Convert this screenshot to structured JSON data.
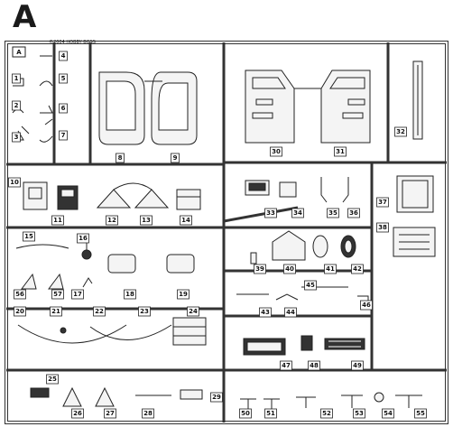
{
  "sheet": {
    "letter": "A",
    "corner_tag": "A",
    "maker_stamp": "©2004 HOBBY BOSS"
  },
  "parts": [
    {
      "id": "1",
      "label": "1"
    },
    {
      "id": "2",
      "label": "2"
    },
    {
      "id": "3",
      "label": "3"
    },
    {
      "id": "4",
      "label": "4"
    },
    {
      "id": "5",
      "label": "5"
    },
    {
      "id": "6",
      "label": "6"
    },
    {
      "id": "7",
      "label": "7"
    },
    {
      "id": "8",
      "label": "8"
    },
    {
      "id": "9",
      "label": "9"
    },
    {
      "id": "10",
      "label": "10"
    },
    {
      "id": "11",
      "label": "11"
    },
    {
      "id": "12",
      "label": "12"
    },
    {
      "id": "13",
      "label": "13"
    },
    {
      "id": "14",
      "label": "14"
    },
    {
      "id": "15",
      "label": "15"
    },
    {
      "id": "16",
      "label": "16"
    },
    {
      "id": "17",
      "label": "17"
    },
    {
      "id": "18",
      "label": "18"
    },
    {
      "id": "19",
      "label": "19"
    },
    {
      "id": "20",
      "label": "20"
    },
    {
      "id": "21",
      "label": "21"
    },
    {
      "id": "22",
      "label": "22"
    },
    {
      "id": "23",
      "label": "23"
    },
    {
      "id": "24",
      "label": "24"
    },
    {
      "id": "25",
      "label": "25"
    },
    {
      "id": "26",
      "label": "26"
    },
    {
      "id": "27",
      "label": "27"
    },
    {
      "id": "28",
      "label": "28"
    },
    {
      "id": "29",
      "label": "29"
    },
    {
      "id": "30",
      "label": "30"
    },
    {
      "id": "31",
      "label": "31"
    },
    {
      "id": "32",
      "label": "32"
    },
    {
      "id": "33",
      "label": "33"
    },
    {
      "id": "34",
      "label": "34"
    },
    {
      "id": "35",
      "label": "35"
    },
    {
      "id": "36",
      "label": "36"
    },
    {
      "id": "37",
      "label": "37"
    },
    {
      "id": "38",
      "label": "38"
    },
    {
      "id": "39",
      "label": "39"
    },
    {
      "id": "40",
      "label": "40"
    },
    {
      "id": "41",
      "label": "41"
    },
    {
      "id": "42",
      "label": "42"
    },
    {
      "id": "43",
      "label": "43"
    },
    {
      "id": "44",
      "label": "44"
    },
    {
      "id": "45",
      "label": "45"
    },
    {
      "id": "46",
      "label": "46"
    },
    {
      "id": "47",
      "label": "47"
    },
    {
      "id": "48",
      "label": "48"
    },
    {
      "id": "49",
      "label": "49"
    },
    {
      "id": "50",
      "label": "50"
    },
    {
      "id": "51",
      "label": "51"
    },
    {
      "id": "52",
      "label": "52"
    },
    {
      "id": "53",
      "label": "53"
    },
    {
      "id": "54",
      "label": "54"
    },
    {
      "id": "55",
      "label": "55"
    },
    {
      "id": "56",
      "label": "56"
    },
    {
      "id": "57",
      "label": "57"
    }
  ]
}
